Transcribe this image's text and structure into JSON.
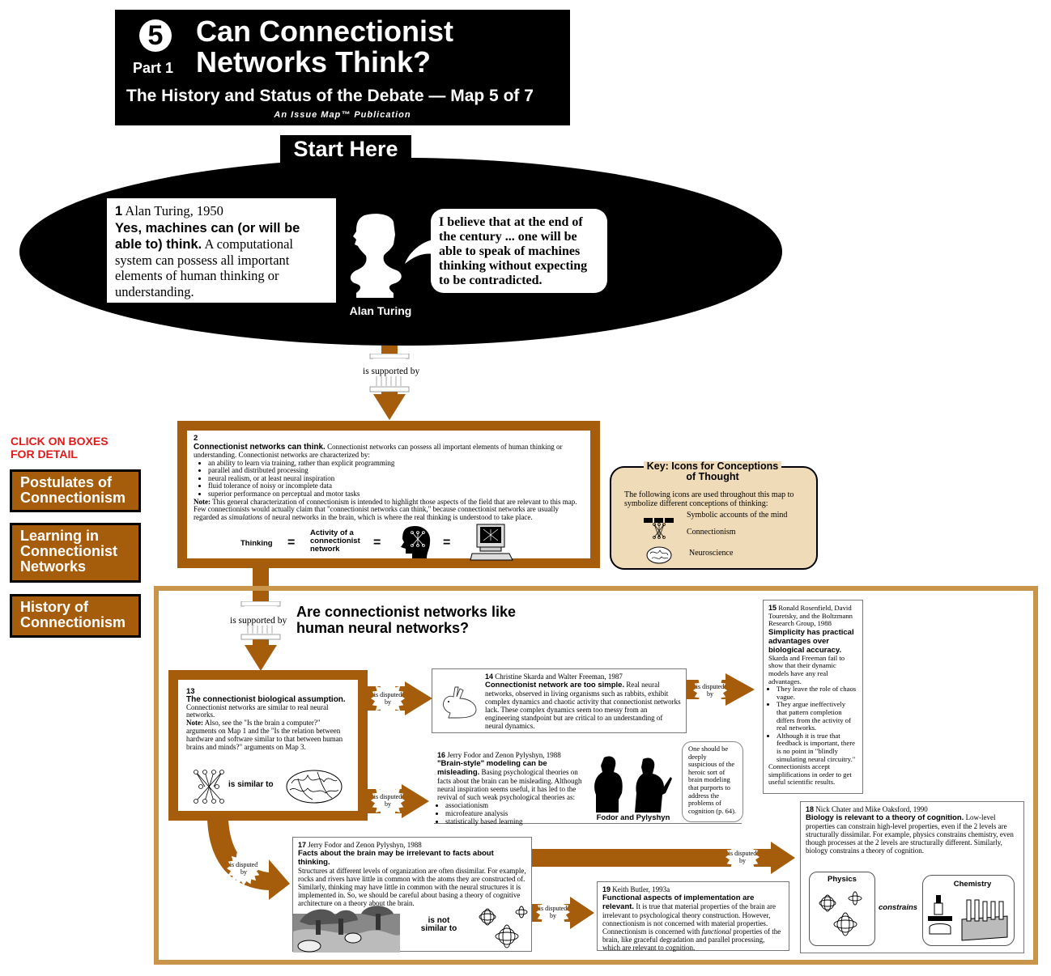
{
  "header": {
    "map_number": "5",
    "part": "Part 1",
    "title": "Can Connectionist Networks Think?",
    "subtitle": "The History and Status of the Debate — Map 5 of 7",
    "publication": "An Issue Map™ Publication"
  },
  "start": {
    "label": "Start Here",
    "box1": {
      "number": "1",
      "author": "Alan Turing, 1950",
      "claim": "Yes, machines can (or will be able to) think.",
      "body": "A computational system can possess all important elements of human thinking or understanding."
    },
    "portrait_caption": "Alan Turing",
    "quote": "I believe that at the end of the century ... one will be able to speak of machines thinking without expecting to be contradicted."
  },
  "links": {
    "supported_by": "is supported by",
    "disputed_by": "is disputed by",
    "disputed_lines": [
      "is",
      "disputed",
      "by"
    ]
  },
  "sidebar": {
    "note": "CLICK ON BOXES FOR DETAIL",
    "buttons": [
      {
        "label": "Postulates of Connectionism"
      },
      {
        "label": "Learning in Connectionist Networks"
      },
      {
        "label": "History of Connectionism"
      }
    ],
    "button_color": "#a65d0b",
    "note_color": "#e01a1a"
  },
  "box2": {
    "number": "2",
    "claim": "Connectionist networks can think.",
    "intro": "Connectionist networks can possess all important elements of human thinking or understanding. Connectionist networks are characterized by:",
    "bullets": [
      "an ability to learn via training, rather than explicit programming",
      "parallel and distributed processing",
      "neural realism, or at least neural inspiration",
      "fluid tolerance of noisy or incomplete data",
      "superior performance on perceptual and motor tasks"
    ],
    "note_label": "Note:",
    "note_a": "This general characterization of connectionism is intended to highlight those aspects of the field that are relevant to this map. Few connectionists would actually claim that \"connectionist networks can think,\" because connectionist networks are usually regarded as",
    "note_em": "simulations",
    "note_b": "of neural networks in the brain, which is where the real thinking is understood to take place.",
    "equation": {
      "thinking": "Thinking",
      "eq": "=",
      "activity": "Activity of a connectionist network"
    }
  },
  "key": {
    "title": "Key: Icons for Conceptions of Thought",
    "intro": "The following icons are used throughout this map to symbolize different conceptions of thinking:",
    "items": [
      {
        "icon": "symbolic-icon",
        "label": "Symbolic accounts of the mind"
      },
      {
        "icon": "connectionism-icon",
        "label": "Connectionism"
      },
      {
        "icon": "brain-icon",
        "label": "Neuroscience"
      }
    ],
    "bg_color": "#f0dbb8"
  },
  "region": {
    "question": "Are connectionist networks like human neural networks?",
    "frame_color": "#c9954a",
    "box13": {
      "number": "13",
      "claim": "The connectionist biological assumption.",
      "body": "Connectionist networks are similar to real neural networks.",
      "note_label": "Note:",
      "note": "Also, see the \"Is the brain a computer?\" arguments on Map 1 and the \"Is the relation between hardware and software similar to that between human brains and minds?\" arguments on Map 3.",
      "similar": "is similar to"
    },
    "box14": {
      "number": "14",
      "author": "Christine Skarda and Walter Freeman, 1987",
      "claim": "Connectionist network are too simple.",
      "body": "Real neural networks, observed in living organisms such as rabbits, exhibit complex dynamics and chaotic activity that connectionist networks lack. These complex dynamics seem too messy from an engineering standpoint but are critical to an understanding of neural dynamics."
    },
    "box15": {
      "number": "15",
      "author": "Ronald Rosenfield, David Touretsky, and the Boltzmann Research Group, 1988",
      "claim": "Simplicity has practical advantages over biological accuracy.",
      "intro": "Skarda and Freeman fail to show that their dynamic models have any real advantages.",
      "bullets": [
        "They leave the role of chaos vague.",
        "They argue ineffectively that pattern completion differs from the activity of real networks.",
        "Although it is true that feedback is important, there is no point in \"blindly simulating neural circuitry.\""
      ],
      "outro": "Connectionists accept simplifications in order to get useful scientific results."
    },
    "box16": {
      "number": "16",
      "author": "Jerry Fodor and Zenon Pylyshyn, 1988",
      "claim": "\"Brain-style\" modeling can be misleading.",
      "body": "Basing psychological theories on facts about the brain can be misleading. Although neural inspiration seems useful, it has led to the revival of such weak psychological theories as:",
      "bullets": [
        "associationism",
        "microfeature analysis",
        "statistically based learning"
      ],
      "caption": "Fodor and Pylyshyn",
      "quote": "One should be deeply suspicious of the heroic sort of brain modeling that purports to address the problems of cognition (p. 64)."
    },
    "box17": {
      "number": "17",
      "author": "Jerry Fodor and Zenon Pylyshyn, 1988",
      "claim": "Facts about the brain may be irrelevant to facts about thinking.",
      "body": "Structures at different levels of organization are often dissimilar. For example, rocks and rivers have little in common with the atoms they are constructed of. Similarly, thinking may have little in common with the neural structures it is implemented in. So, we should be careful about basing a theory of cognitive architecture on a theory about the brain.",
      "not_similar": "is not similar to"
    },
    "box18": {
      "number": "18",
      "author": "Nick Chater and Mike Oaksford, 1990",
      "claim": "Biology is relevant to a theory of cognition.",
      "body": "Low-level properties can constrain high-level properties, even if the 2 levels are structurally dissimilar. For example, physics constrains chemistry, even though processes at the 2 levels are structurally different. Similarly, biology constrains a theory of cognition.",
      "physics": "Physics",
      "constrains": "constrains",
      "chemistry": "Chemistry"
    },
    "box19": {
      "number": "19",
      "author": "Keith Butler, 1993a",
      "claim": "Functional aspects of implementation are relevant.",
      "body_a": "It is true that material properties of the brain are irrelevant to psychological theory construction. However, connectionism is not concerned with material properties. Connectionism is concerned with",
      "body_em": "functional",
      "body_b": "properties of the brain, like graceful degradation and parallel processing, which are relevant to cognition."
    }
  },
  "colors": {
    "arrow": "#a65d0b",
    "banner": "#000000"
  }
}
